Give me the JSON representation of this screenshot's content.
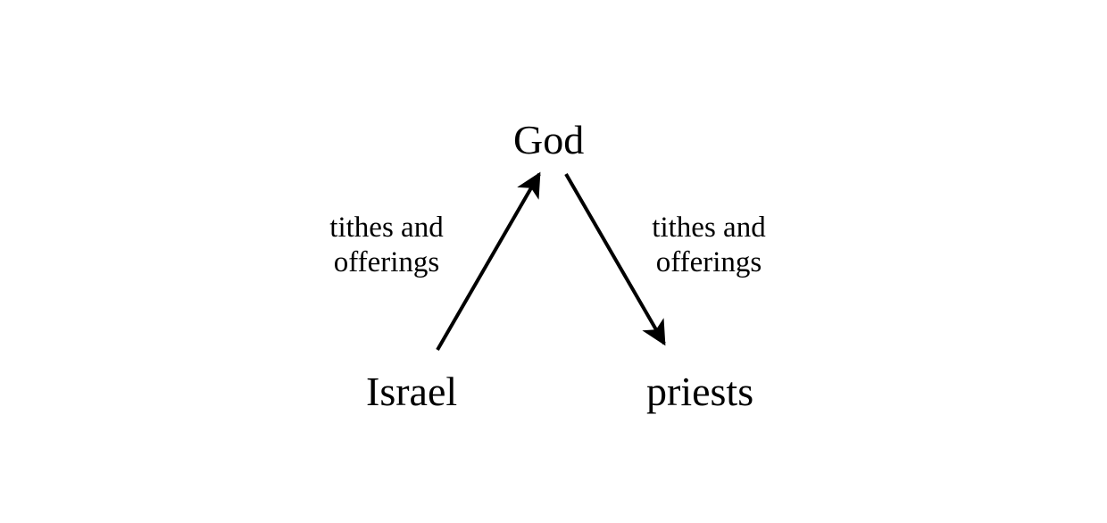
{
  "diagram": {
    "nodes": [
      {
        "id": "god",
        "label": "God"
      },
      {
        "id": "israel",
        "label": "Israel"
      },
      {
        "id": "priests",
        "label": "priests"
      }
    ],
    "edges": [
      {
        "from": "israel",
        "to": "god",
        "label_line1": "tithes and",
        "label_line2": "offerings"
      },
      {
        "from": "god",
        "to": "priests",
        "label_line1": "tithes and",
        "label_line2": "offerings"
      }
    ],
    "colors": {
      "stroke": "#000000",
      "text": "#000000",
      "background": "#ffffff"
    }
  }
}
